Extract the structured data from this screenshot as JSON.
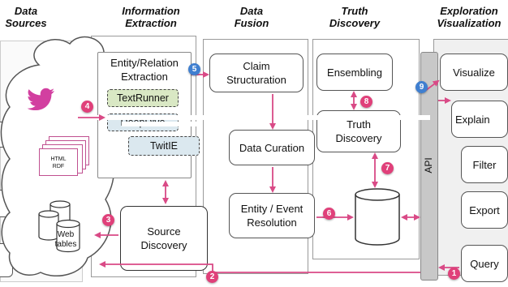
{
  "columns": {
    "data_sources": [
      "Data",
      "Sources"
    ],
    "information_extraction": [
      "Information",
      "Extraction"
    ],
    "data_fusion": [
      "Data",
      "Fusion"
    ],
    "truth_discovery": [
      "Truth",
      "Discovery"
    ],
    "exploration_visualization": [
      "Exploration",
      "Visualization"
    ]
  },
  "sources": {
    "html_rdf": [
      "HTML",
      "RDF"
    ],
    "web_tables": [
      "Web",
      "tables"
    ]
  },
  "extraction": {
    "title": [
      "Entity/Relation",
      "Extraction"
    ],
    "tools": [
      "TextRunner",
      "DeepDive",
      "TwitIE"
    ],
    "tool_colors": [
      "#d9e8c4",
      "#dbe8ef",
      "#dbe8ef"
    ]
  },
  "boxes": {
    "claim_structuration": [
      "Claim",
      "Structuration"
    ],
    "data_curation": "Data Curation",
    "entity_event_resolution": [
      "Entity / Event",
      "Resolution"
    ],
    "source_discovery": [
      "Source",
      "Discovery"
    ],
    "ensembling": "Ensembling",
    "truth_discovery": [
      "Truth",
      "Discovery"
    ],
    "api": "API"
  },
  "exploration": {
    "items": [
      "Visualize",
      "Explain",
      "Filter",
      "Export",
      "Query"
    ]
  },
  "badges": [
    "1",
    "2",
    "3",
    "4",
    "5",
    "6",
    "7",
    "8",
    "9"
  ],
  "colors": {
    "badge_pink": "#e0407a",
    "badge_blue": "#3f7fd0",
    "arrow_pink": "#d94a86",
    "twitter": "#d23fa0",
    "api_bar": "#c8c8c8"
  },
  "icons": [
    "twitter-bird-icon",
    "database-cylinder-icon",
    "document-stack-icon"
  ]
}
